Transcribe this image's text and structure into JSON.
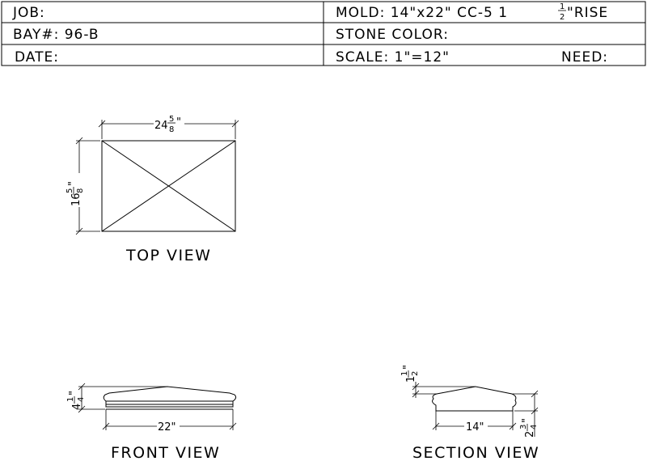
{
  "title_block": {
    "job_label": "JOB:",
    "bay_label": "BAY#: 96-B",
    "date_label": "DATE:",
    "mold_label": "MOLD: 14\"x22\" CC-5 1",
    "mold_rise_num": "1",
    "mold_rise_den": "2",
    "mold_rise_label": "\"RISE",
    "stone_color_label": "STONE COLOR:",
    "scale_label": "SCALE: 1\"=12\"",
    "need_label": "NEED:"
  },
  "views": {
    "top": {
      "label": "TOP VIEW",
      "width_whole": "24",
      "width_num": "5",
      "width_den": "8",
      "width_unit": "\"",
      "depth_whole": "16",
      "depth_num": "5",
      "depth_den": "8",
      "depth_unit": "\""
    },
    "front": {
      "label": "FRONT VIEW",
      "height_whole": "4",
      "height_num": "1",
      "height_den": "4",
      "height_unit": "\"",
      "width": "22\""
    },
    "section": {
      "label": "SECTION VIEW",
      "rise_whole": "1",
      "rise_num": "1",
      "rise_den": "2",
      "rise_unit": "\"",
      "width": "14\"",
      "edge_whole": "2",
      "edge_num": "3",
      "edge_den": "4",
      "edge_unit": "\""
    }
  }
}
